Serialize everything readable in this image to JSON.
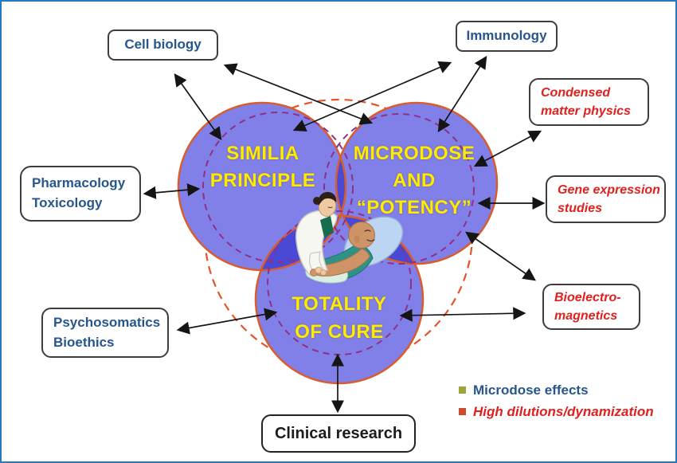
{
  "venn": {
    "similia": {
      "lines": [
        "SIMILIA",
        "PRINCIPLE"
      ]
    },
    "microdose": {
      "lines": [
        "MICRODOSE",
        "AND",
        "“POTENCY”"
      ]
    },
    "totality": {
      "lines": [
        "TOTALITY",
        "OF CURE"
      ]
    }
  },
  "boxes": {
    "cell_biology": {
      "lines": [
        "Cell biology"
      ]
    },
    "immunology": {
      "lines": [
        "Immunology"
      ]
    },
    "condensed": {
      "lines": [
        "Condensed",
        "matter physics"
      ]
    },
    "pharmacology": {
      "lines": [
        "Pharmacology",
        "Toxicology"
      ]
    },
    "gene": {
      "lines": [
        "Gene expression",
        "studies"
      ]
    },
    "psychosomatics": {
      "lines": [
        "Psychosomatics",
        "Bioethics"
      ]
    },
    "bioelectro": {
      "lines": [
        "Bioelectro-",
        "magnetics"
      ]
    },
    "clinical": {
      "lines": [
        "Clinical research"
      ]
    }
  },
  "legend": {
    "items": [
      {
        "label": "Microdose effects",
        "swatch": "#9DA43C"
      },
      {
        "label": "High dilutions/dynamization",
        "swatch": "#CB4D2C"
      }
    ]
  },
  "colors": {
    "frame": "#2878BE",
    "navy": "#27568C",
    "red": "#E0201E",
    "black": "#1C1C1C",
    "yellow": "#FFEB00",
    "circle-fill": "#8080E8",
    "overlap2": "#4A49D6",
    "overlap3": "#3434C6",
    "circle-stroke": "#D85C2C",
    "dash-purple": "#8F3086",
    "dash-orange": "#E6532B",
    "box-border": "#3D3D3D",
    "legend-olive": "#9DA43C",
    "legend-orange": "#CB4D2C"
  }
}
